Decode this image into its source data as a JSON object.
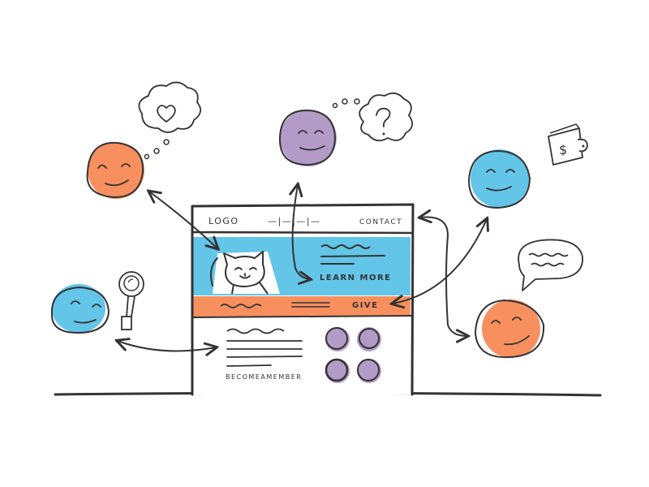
{
  "colors": {
    "orange": "#F88F5E",
    "purple": "#B39BC8",
    "blue": "#63C5E8",
    "ink": "#333333",
    "background": "#FFFFFF"
  },
  "wireframe": {
    "nav": {
      "logo": "LOGO",
      "separators": "—|—|—|—",
      "contact": "CONTACT"
    },
    "hero": {
      "image": "cat-illustration",
      "cta": "LEARN MORE"
    },
    "donate_bar": {
      "cta": "GIVE"
    },
    "content": {
      "cta": "BECOMEAMEMBER",
      "grid_circles": 4
    }
  },
  "personas": [
    {
      "id": "orange-top-left",
      "color": "orange",
      "thought": "heart-icon",
      "points_to": "hero-image"
    },
    {
      "id": "purple-top-center",
      "color": "purple",
      "thought": "question-mark-icon",
      "points_to": "learn-more"
    },
    {
      "id": "blue-top-right",
      "color": "blue",
      "thought": "wallet-dollar-icon",
      "points_to": "give"
    },
    {
      "id": "blue-left",
      "color": "blue",
      "thought": "magnifier-icon",
      "points_to": "become-a-member"
    },
    {
      "id": "orange-right",
      "color": "orange",
      "thought": "speech-bubble-icon",
      "points_to": "contact"
    }
  ]
}
